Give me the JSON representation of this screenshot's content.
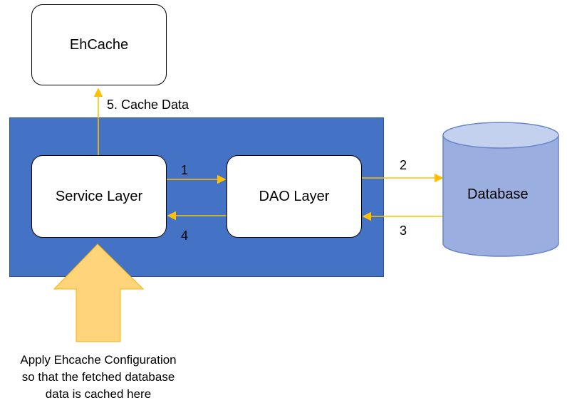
{
  "nodes": {
    "ehcache": "EhCache",
    "service_layer": "Service Layer",
    "dao_layer": "DAO Layer",
    "database": "Database"
  },
  "edges": {
    "cache_data": "5. Cache Data",
    "step1": "1",
    "step2": "2",
    "step3": "3",
    "step4": "4"
  },
  "note": {
    "line1": "Apply Ehcache Configuration",
    "line2": "so that the fetched database",
    "line3": "data is cached here"
  },
  "colors": {
    "container_blue": "#4472c4",
    "arrow_orange": "#ffc000",
    "database_fill": "#9aaee0",
    "database_stroke": "#6b86c9",
    "big_arrow_fill": "#ffd47a"
  }
}
